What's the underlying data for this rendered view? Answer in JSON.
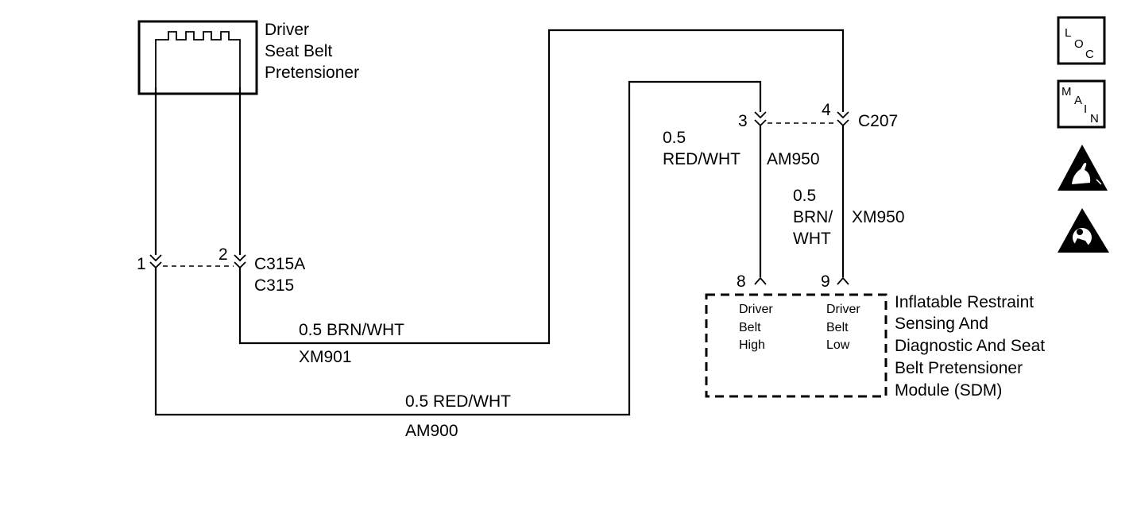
{
  "diagram": {
    "component_top": {
      "name_lines": [
        "Driver",
        "Seat Belt",
        "Pretensioner"
      ]
    },
    "connectors": {
      "left": {
        "pin_a": "1",
        "pin_b": "2",
        "name_1": "C315A",
        "name_2": "C315"
      },
      "right": {
        "pin_a": "3",
        "pin_b": "4",
        "name": "C207"
      }
    },
    "wires": {
      "xm901": {
        "gauge_color": "0.5 BRN/WHT",
        "circuit": "XM901"
      },
      "am900": {
        "gauge_color": "0.5 RED/WHT",
        "circuit": "AM900"
      },
      "am950": {
        "gauge": "0.5",
        "color": "RED/WHT",
        "circuit": "AM950"
      },
      "xm950": {
        "gauge": "0.5",
        "color_line1": "BRN/",
        "color_line2": "WHT",
        "circuit": "XM950"
      }
    },
    "module": {
      "pin_high": "8",
      "pin_low": "9",
      "high_lines": [
        "Driver",
        "Belt",
        "High"
      ],
      "low_lines": [
        "Driver",
        "Belt",
        "Low"
      ],
      "name_lines": [
        "Inflatable Restraint",
        "Sensing And",
        "Diagnostic And Seat",
        "Belt Pretensioner",
        "Module  (SDM)"
      ]
    }
  },
  "legend_icons": {
    "loc": {
      "letters": [
        "L",
        "O",
        "C"
      ],
      "icon": "loc-icon"
    },
    "main": {
      "letters": [
        "M",
        "A",
        "I",
        "N"
      ],
      "icon": "main-icon"
    },
    "esd": {
      "icon": "esd-warning-icon"
    },
    "airbag": {
      "icon": "airbag-warning-icon"
    }
  }
}
